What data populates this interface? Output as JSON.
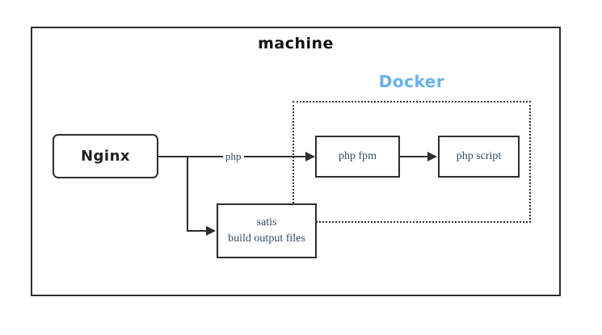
{
  "diagram": {
    "title": "machine",
    "docker_label": "Docker",
    "nodes": {
      "nginx": {
        "label": "Nginx"
      },
      "php_fpm": {
        "label": "php fpm"
      },
      "php_script": {
        "label": "php script"
      },
      "satis": {
        "line1": "satis",
        "line2": "build output files"
      }
    },
    "edges": {
      "nginx_to_php_fpm": {
        "label": "php"
      },
      "php_fpm_to_php_script": {
        "label": ""
      },
      "nginx_to_satis": {
        "label": ""
      }
    },
    "colors": {
      "background": "#ffffff",
      "line": "#2e2e2e",
      "docker_accent": "#66b0f3",
      "serif_text": "#3b4a5e",
      "title_text": "#111111"
    }
  }
}
